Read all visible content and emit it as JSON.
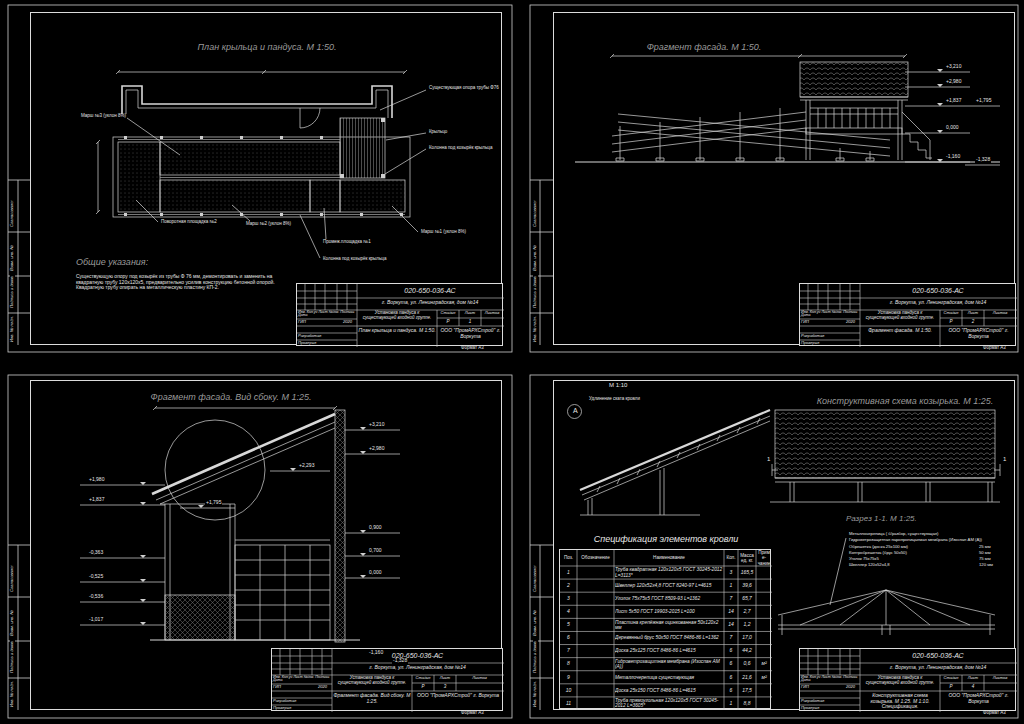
{
  "diagram": {
    "nodes": [
      {
        "text": [
          "План крыльца и пандуса. М 1:50."
        ]
      },
      {
        "text": [
          "020-650-036-АС",
          "г. Воркута, ул. Ленинградская, дом №14",
          "Изм. Кол.уч Лист №док. Подпись Дата",
          "ГИП",
          "Разработал",
          "Проверил",
          "2020",
          "Установка пандуса к существующей входной группе.",
          "План крыльца и пандуса. М 1:50.",
          "Стадия",
          "Лист",
          "Листов",
          "Р",
          "1",
          "ООО \"ПромАРХСтрой\" г. Воркута"
        ],
        "in": 0
      },
      {
        "text": [
          "Фрагмент фасада. М 1:50."
        ]
      },
      {
        "text": [
          "020-650-036-АС",
          "г. Воркута, ул. Ленинградская, дом №14",
          "Изм. Кол.уч Лист №док. Подпись Дата",
          "ГИП",
          "Разработал",
          "Проверил",
          "2020",
          "Установка пандуса к существующей входной группе.",
          "Фрагмент фасада. М 1:50.",
          "Стадия",
          "Лист",
          "Листов",
          "Р",
          "2",
          "ООО \"ПромАРХСтрой\" г. Воркута"
        ],
        "in": 2
      },
      {
        "text": [
          "Фрагмент фасада. Вид сбоку. М 1:25."
        ]
      },
      {
        "text": [
          "020-650-036-АС",
          "г. Воркута, ул. Ленинградская, дом №14",
          "Изм. Кол.уч Лист №док. Подпись Дата",
          "ГИП",
          "Разработал",
          "Проверил",
          "2020",
          "Установка пандуса к существующей входной группе.",
          "Фрагмент фасада. Вид сбоку. М 1:25.",
          "Стадия",
          "Лист",
          "Листов",
          "Р",
          "3",
          "ООО \"ПромАРХСтрой\" г. Воркута"
        ],
        "in": 4
      },
      {
        "text": [
          "Конструктивная схема козырька. М 1:25."
        ]
      },
      {
        "text": [
          "Спецификация элементов кровли",
          "Поз.",
          "Обозначение",
          "Наименование",
          "Кол.",
          "Масса ед. кг.",
          "Приме- чание",
          "1",
          "Труба квадратная 120х120х5 ГОСТ 30245-2012 L=3113*",
          "3",
          "165,5",
          "2",
          "Швеллер 120х52х4,8 ГОСТ 8240-97 L=4615",
          "1",
          "39,6",
          "3",
          "Уголок 75х75х5 ГОСТ 8509-93 L=1362",
          "7",
          "65,7",
          "4",
          "Лист 5х50 ГОСТ 19903-2015 L=100",
          "14",
          "2,7",
          "5",
          "Пластина крепёжная оцинкованная 50х120х2 мм",
          "14",
          "1,2",
          "6",
          "Деревянный брус 50х50 ГОСТ 8486-86 L=1362",
          "7",
          "17,0",
          "7",
          "Доска 25х125 ГОСТ 8486-86 L=4615",
          "6",
          "44,2",
          "8",
          "Гидроветрозащитная мембрана (Изоспан АМ (А))",
          "6",
          "0,6",
          "м²",
          "9",
          "Металлочерепица существующая",
          "6",
          "21,6",
          "м²",
          "10",
          "Доска 25х150 ГОСТ 8486-86 L=4615",
          "6",
          "17,5",
          "11",
          "Труба прямоугольная 120х120х5 ГОСТ 30245-2012 L=3605*",
          "1",
          "8,8"
        ],
        "in": 6
      },
      {
        "text": [
          "020-650-036-АС",
          "г. Воркута, ул. Ленинградская, дом №14",
          "Изм. Кол.уч Лист №док. Подпись Дата",
          "ГИП",
          "Разработал",
          "Проверил",
          "2020",
          "Установка пандуса к существующей входной группе.",
          "Конструктивная схема козырька. М 1:25. М 1:10. Спецификация.",
          "Стадия",
          "Лист",
          "Листов",
          "Р",
          "4",
          "ООО \"ПромАРХСтрой\" г. Воркута"
        ],
        "in": 6
      }
    ],
    "labels": [
      "Марш №3 (уклон 8%)",
      "Существующая опора трубы Ф76",
      "Крыльцо",
      "Колонна под козырёк крыльца",
      "Поворотная площадка №2",
      "Марш №2 (уклон 8%)",
      "Промеж.площадка №1",
      "Марш №1 (уклон 8%)",
      "Колонна под козырёк крыльца",
      "Общие указания:",
      "Существующую опору под козырёк из трубы Ф 76 мм, демонтировать и заменить на квадратную трубу 120х120х5, предварительно усилив конструкцию бетонной опорой. Квадратную трубу опирать на металлическую пластину КП-2.",
      "Формат А3",
      "Согласовано:",
      "Взам. инв. №",
      "Подпись и дата",
      "Инв. № подл.",
      "+3,210",
      "+2,980",
      "+1,837",
      "+1,795",
      "0,000",
      "-1,160",
      "-1,328",
      "Формат А3",
      "Согласовано:",
      "Взам. инв. №",
      "Подпись и дата",
      "Инв. № подл.",
      "+3,210",
      "+2,980",
      "+2,293",
      "+1,980",
      "+1,837",
      "+1,795",
      "0,900",
      "0,700",
      "0,000",
      "-0,363",
      "-0,525",
      "-0,536",
      "-1,017",
      "-1,160",
      "-1,328",
      "Формат А3",
      "Согласовано:",
      "Взам. инв. №",
      "Подпись и дата",
      "Инв. № подл.",
      "М 1:10",
      "А",
      "Удлинение ската кровли",
      "Разрез 1-1. М 1:25.",
      "1",
      "1",
      "Металлочерепица ( б/разбор, существующая)",
      "Гидроветрозащитная паропроницаемая мембрана (Изоспан АМ (А))",
      "Обрешетка (доска 25х100 мм)",
      "25 мм",
      "Контробрешетка (брус 50х50)",
      "50 мм",
      "Уголок 75х75х5",
      "75 мм",
      "Швеллер 120х52х4,8",
      "120 мм",
      "Формат А3",
      "Согласовано:",
      "Взам. инв. №",
      "Подпись и дата",
      "Инв. № подл."
    ]
  }
}
